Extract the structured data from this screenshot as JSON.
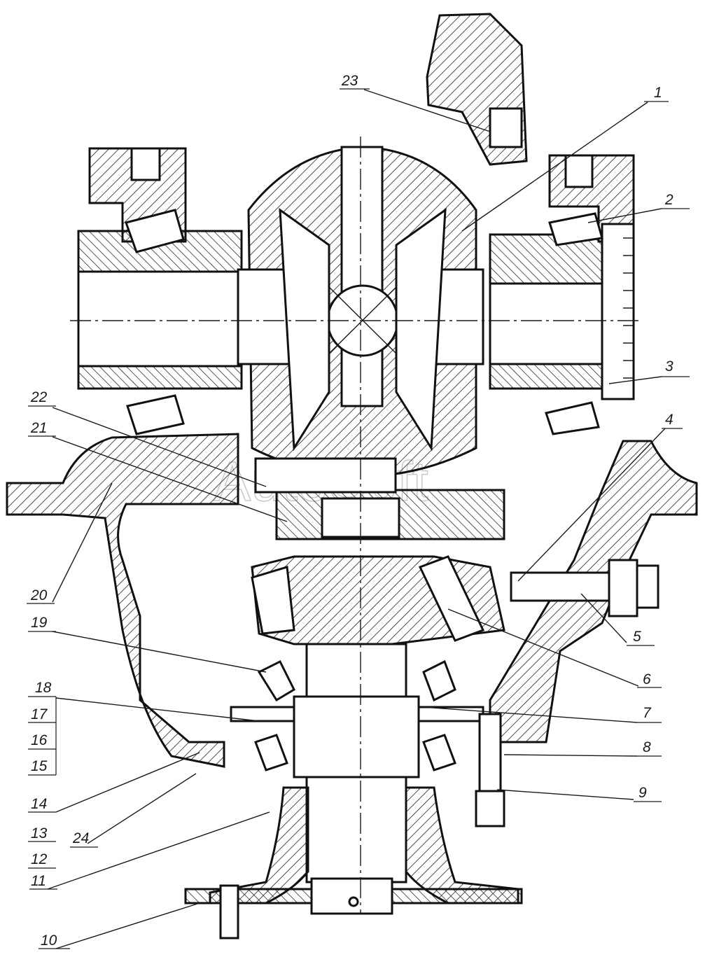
{
  "watermark": "AutoSoft",
  "labels": [
    {
      "id": "1",
      "text": "1"
    },
    {
      "id": "2",
      "text": "2"
    },
    {
      "id": "3",
      "text": "3"
    },
    {
      "id": "4",
      "text": "4"
    },
    {
      "id": "5",
      "text": "5"
    },
    {
      "id": "6",
      "text": "6"
    },
    {
      "id": "7",
      "text": "7"
    },
    {
      "id": "8",
      "text": "8"
    },
    {
      "id": "9",
      "text": "9"
    },
    {
      "id": "10",
      "text": "10"
    },
    {
      "id": "11",
      "text": "11"
    },
    {
      "id": "12",
      "text": "12"
    },
    {
      "id": "13",
      "text": "13"
    },
    {
      "id": "14",
      "text": "14"
    },
    {
      "id": "15",
      "text": "15"
    },
    {
      "id": "16",
      "text": "16"
    },
    {
      "id": "17",
      "text": "17"
    },
    {
      "id": "18",
      "text": "18"
    },
    {
      "id": "19",
      "text": "19"
    },
    {
      "id": "20",
      "text": "20"
    },
    {
      "id": "21",
      "text": "21"
    },
    {
      "id": "22",
      "text": "22"
    },
    {
      "id": "23",
      "text": "23"
    },
    {
      "id": "24",
      "text": "24"
    }
  ]
}
